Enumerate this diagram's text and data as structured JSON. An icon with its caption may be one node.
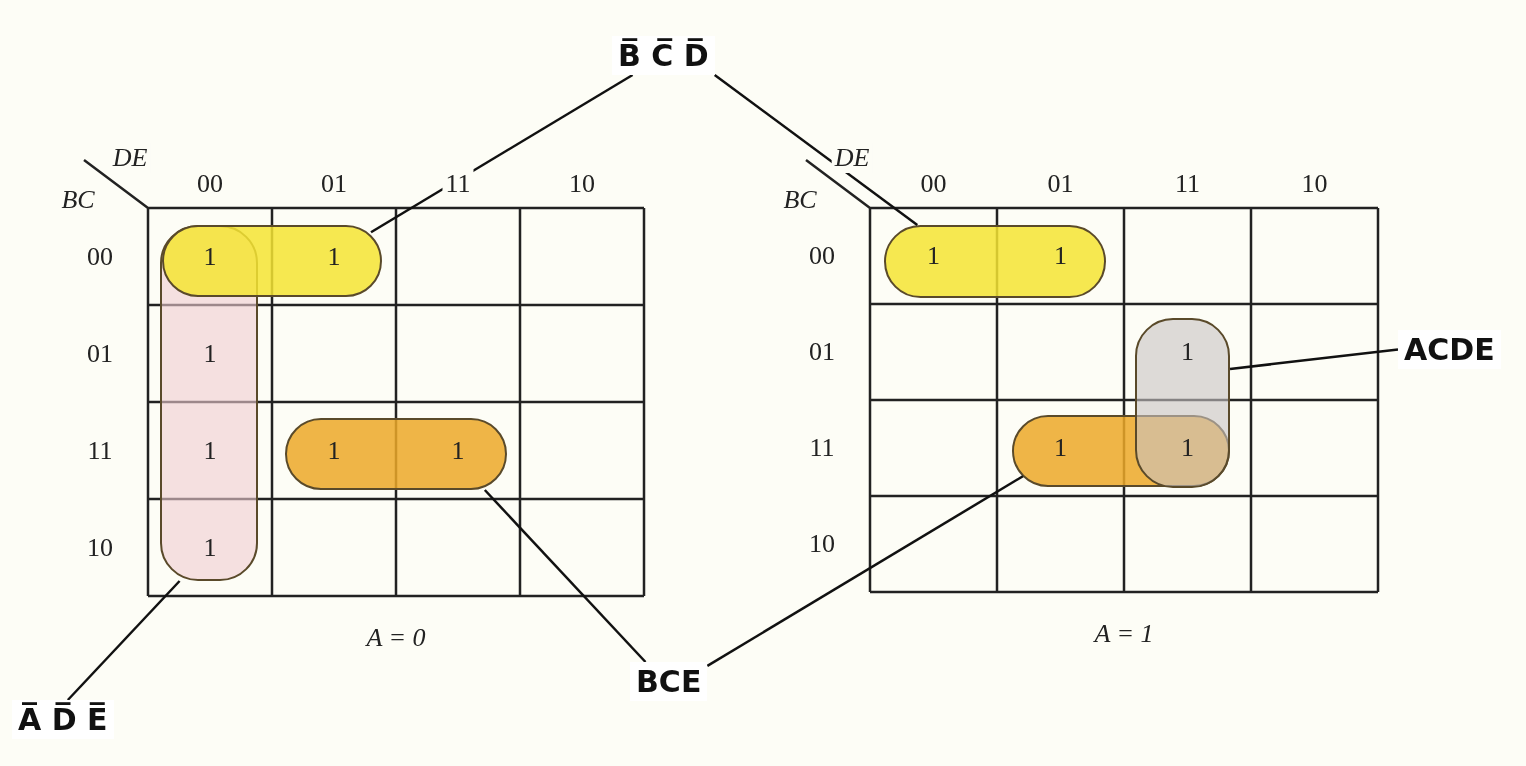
{
  "diagram": {
    "nodes": [
      {
        "text": [
          "B̅ C̅ D̅"
        ]
      },
      {
        "text": [],
        "shape": "box"
      },
      {
        "text": [],
        "shape": "box"
      },
      {
        "text": [
          "A̅ D̅ E̅"
        ]
      },
      {
        "text": [],
        "shape": "box"
      },
      {
        "text": [
          "BCE"
        ]
      },
      {
        "text": [],
        "shape": "box"
      },
      {
        "text": [],
        "shape": "box"
      },
      {
        "text": [
          "ACDE"
        ]
      },
      {
        "text": [],
        "shape": "box"
      }
    ],
    "edges": [
      {
        "from": 0,
        "to": 1,
        "arrow": "none"
      },
      {
        "from": 0,
        "to": 2,
        "arrow": "none"
      },
      {
        "from": 3,
        "to": 4,
        "arrow": "none"
      },
      {
        "from": 5,
        "to": 6,
        "arrow": "none"
      },
      {
        "from": 5,
        "to": 7,
        "arrow": "none"
      },
      {
        "from": 8,
        "to": 9,
        "arrow": "none"
      }
    ],
    "labels": [
      "DE",
      "BC",
      "00",
      "01",
      "11",
      "10",
      "00",
      "1",
      "1",
      "01",
      "1",
      "11",
      "1",
      "1",
      "1",
      "10",
      "1",
      "A = 0",
      "DE",
      "BC",
      "00",
      "01",
      "11",
      "10",
      "00",
      "1",
      "1",
      "01",
      "1",
      "11",
      "1",
      "1",
      "10",
      "A = 1"
    ]
  }
}
